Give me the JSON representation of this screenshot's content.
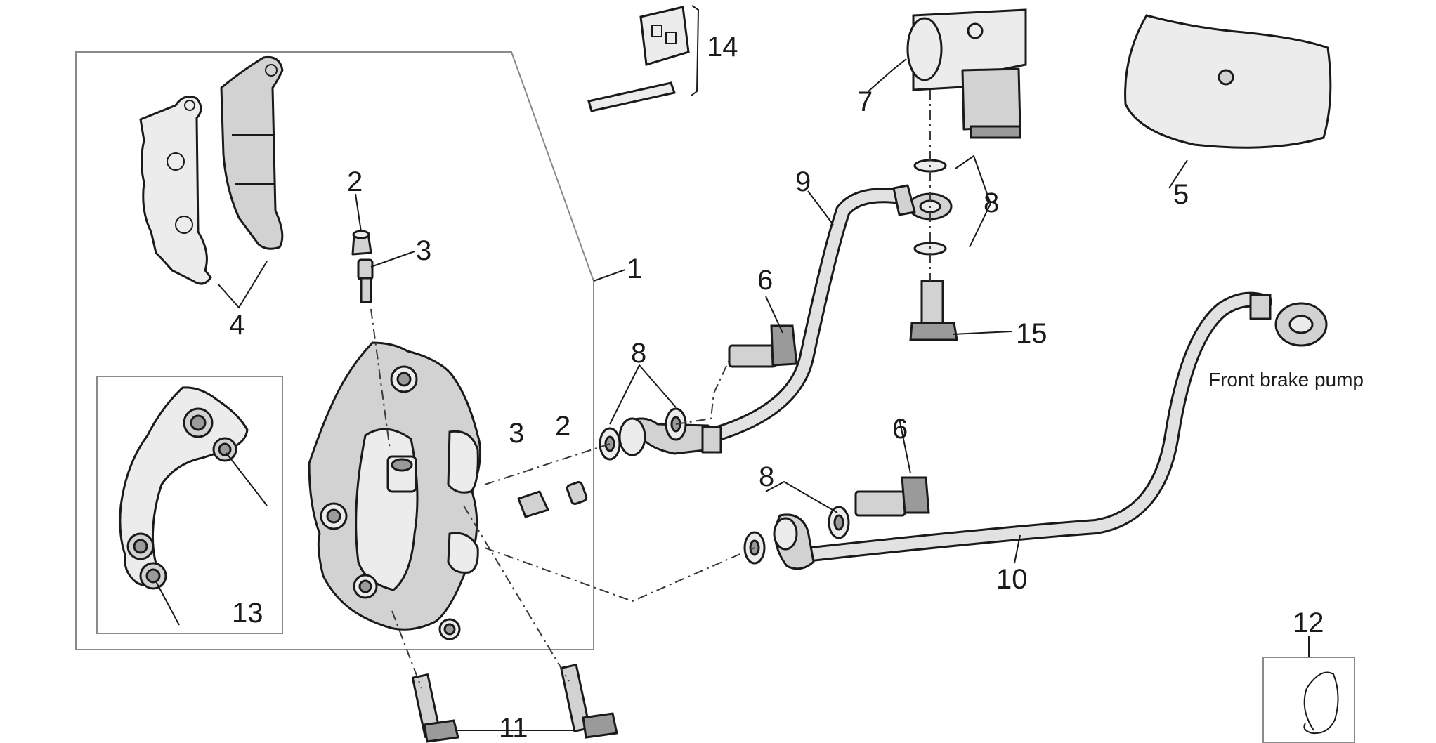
{
  "labels": {
    "l1": "1",
    "l2a": "2",
    "l2b": "2",
    "l3a": "3",
    "l3b": "3",
    "l4": "4",
    "l5": "5",
    "l6a": "6",
    "l6b": "6",
    "l7": "7",
    "l8a": "8",
    "l8b": "8",
    "l8c": "8",
    "l9": "9",
    "l10": "10",
    "l11": "11",
    "l12": "12",
    "l13": "13",
    "l14": "14",
    "l15": "15"
  },
  "annotations": {
    "front_brake_pump": "Front brake pump"
  }
}
